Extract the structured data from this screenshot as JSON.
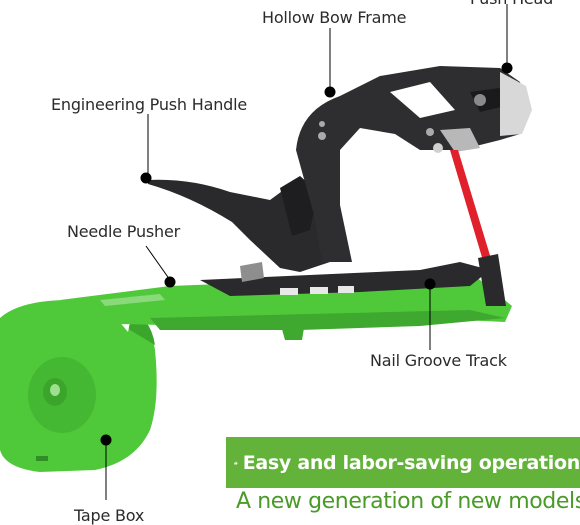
{
  "labels": {
    "hollow_bow_frame": "Hollow Bow Frame",
    "push_head": "Push Head",
    "engineering_push_handle": "Engineering Push Handle",
    "needle_pusher": "Needle Pusher",
    "nail_groove_track": "Nail Groove Track",
    "tape_box": "Tape Box"
  },
  "banner": {
    "icon": "thumbs-up-icon",
    "title": "Easy and labor-saving operation",
    "subtitle": "A new generation of new models"
  },
  "colors": {
    "body_green": "#4fc93a",
    "banner_green": "#63b33b",
    "subtitle_green": "#4a9a28",
    "metal_black": "#2a2a2c",
    "tape_red": "#e0202a"
  }
}
